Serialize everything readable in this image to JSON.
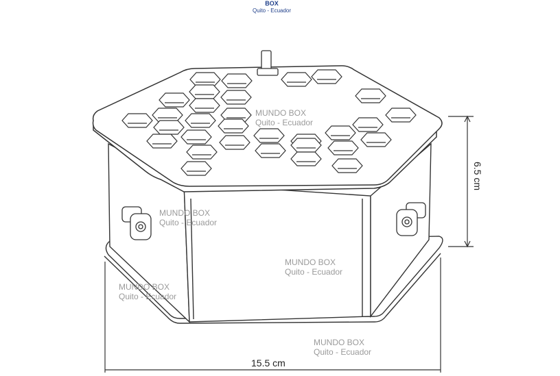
{
  "header": {
    "brand_line": "BOX",
    "location_line": "Quito - Ecuador",
    "color": "#1f3f8a"
  },
  "watermarks": [
    {
      "title": "MUNDO BOX",
      "subtitle": "Quito - Ecuador"
    },
    {
      "title": "MUNDO BOX",
      "subtitle": "Quito - Ecuador"
    },
    {
      "title": "MUNDO BOX",
      "subtitle": "Quito - Ecuador"
    },
    {
      "title": "MUNDO BOX",
      "subtitle": "Quito - Ecuador"
    },
    {
      "title": "MUNDO BOX",
      "subtitle": "Quito - Ecuador"
    }
  ],
  "dimensions": {
    "height": "6.5 cm",
    "width": "15.5 cm"
  },
  "colors": {
    "line": "#333333",
    "watermark": "#9a9a9a"
  }
}
